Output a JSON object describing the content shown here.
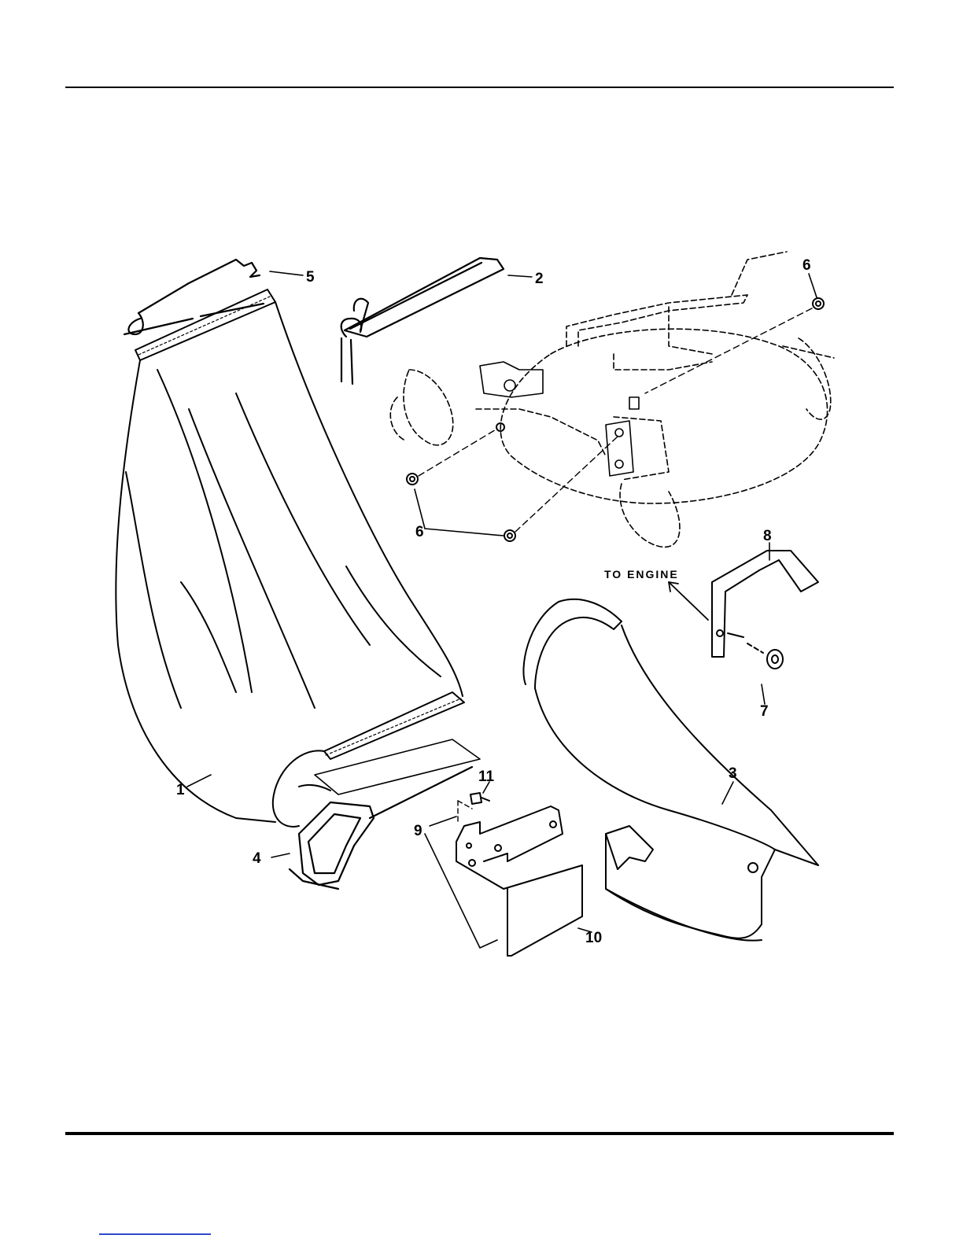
{
  "callouts": {
    "c1": "1",
    "c2": "2",
    "c3": "3",
    "c4": "4",
    "c5": "5",
    "c6_top": "6",
    "c6_mid": "6",
    "c7": "7",
    "c8": "8",
    "c9": "9",
    "c10": "10",
    "c11": "11"
  },
  "note": {
    "to_engine": "TO ENGINE"
  }
}
